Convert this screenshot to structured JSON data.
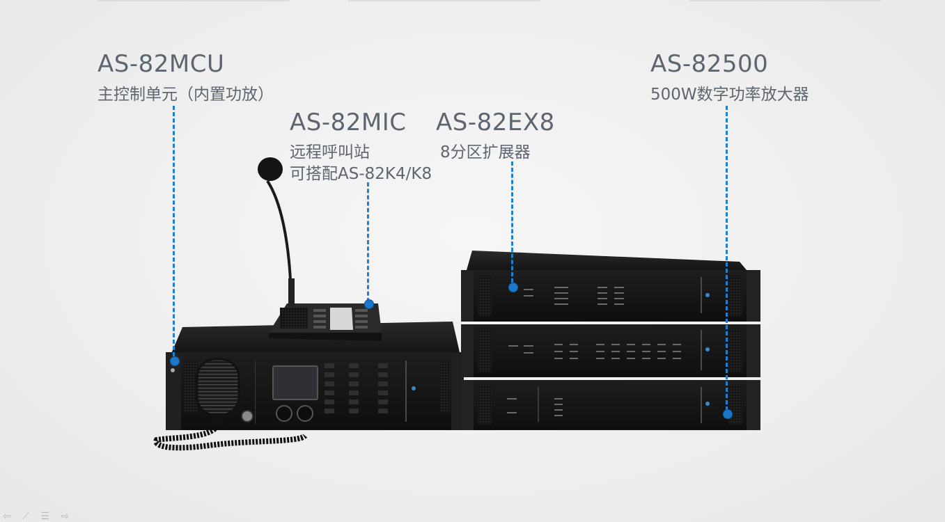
{
  "labels": {
    "mcu": {
      "model": "AS-82MCU",
      "desc": "主控制单元（内置功放）"
    },
    "mic": {
      "model": "AS-82MIC",
      "desc1": "远程呼叫站",
      "desc2": "可搭配AS-82K4/K8"
    },
    "ex8": {
      "model": "AS-82EX8",
      "desc": "8分区扩展器"
    },
    "amp": {
      "model": "AS-82500",
      "desc": "500W数字功率放大器"
    }
  },
  "colors": {
    "accent": "#1b78c8",
    "text": "#5d6670",
    "device": "#1a1a1a"
  }
}
